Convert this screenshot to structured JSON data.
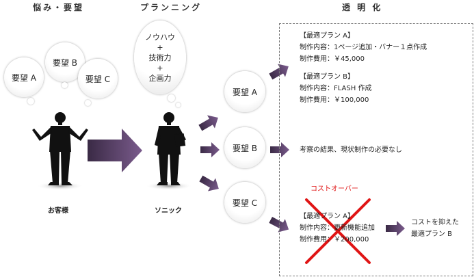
{
  "headers": {
    "worries": "悩み・要望",
    "planning": "プランニング",
    "transparency": "透 明 化"
  },
  "customer": {
    "label": "お客様",
    "bubbles": [
      "要望 A",
      "要望 B",
      "要望 C"
    ]
  },
  "sonic": {
    "label": "ソニック",
    "thought": [
      "ノウハウ",
      "+",
      "技術力",
      "+",
      "企画力"
    ]
  },
  "requests": [
    "要望 A",
    "要望 B",
    "要望 C"
  ],
  "results": {
    "planA": {
      "title": "【最適プラン A】",
      "content": "制作内容：1ページ追加・バナー１点作成",
      "cost": "制作費用：￥45,000"
    },
    "planB": {
      "title": "【最適プラン B】",
      "content": "制作内容：FLASH 作成",
      "cost": "制作費用：￥100,000"
    },
    "noNeed": "考察の結果、現状制作の必要なし",
    "overBudget": {
      "label": "コストオーバー",
      "title": "【最適プラン A】",
      "content": "制作内容：更新機能追加",
      "cost": "制作費用：￥200,000"
    },
    "alternative": [
      "コストを抑えた",
      "最適プラン B"
    ]
  },
  "colors": {
    "arrow_dark": "#3a2a45",
    "arrow_light": "#7a5b8c",
    "cross": "#e01515"
  }
}
